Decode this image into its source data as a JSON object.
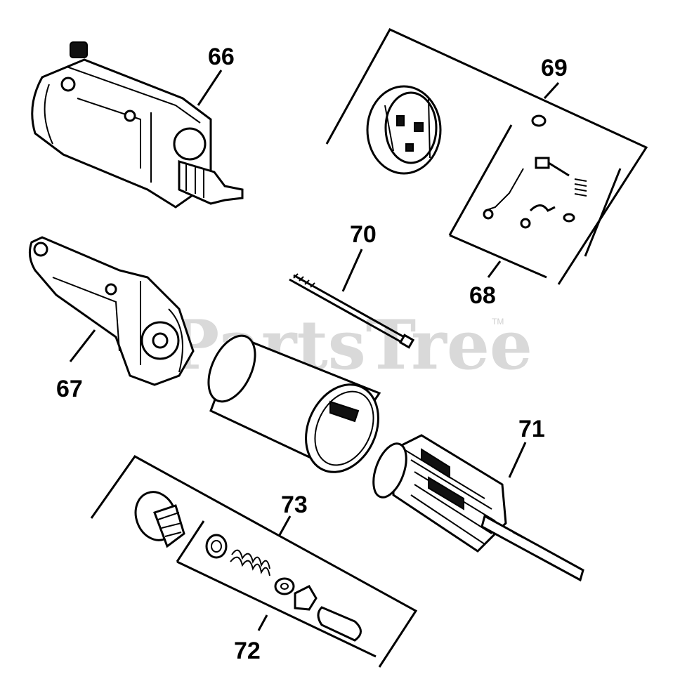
{
  "watermark": {
    "text": "PartsTree",
    "trademark": "TM"
  },
  "callouts": {
    "c66": "66",
    "c67": "67",
    "c68": "68",
    "c69": "69",
    "c70": "70",
    "c71": "71",
    "c72": "72",
    "c73": "73"
  },
  "colors": {
    "ink": "#000000",
    "background": "#ffffff",
    "watermark": "#d9d9d9"
  }
}
